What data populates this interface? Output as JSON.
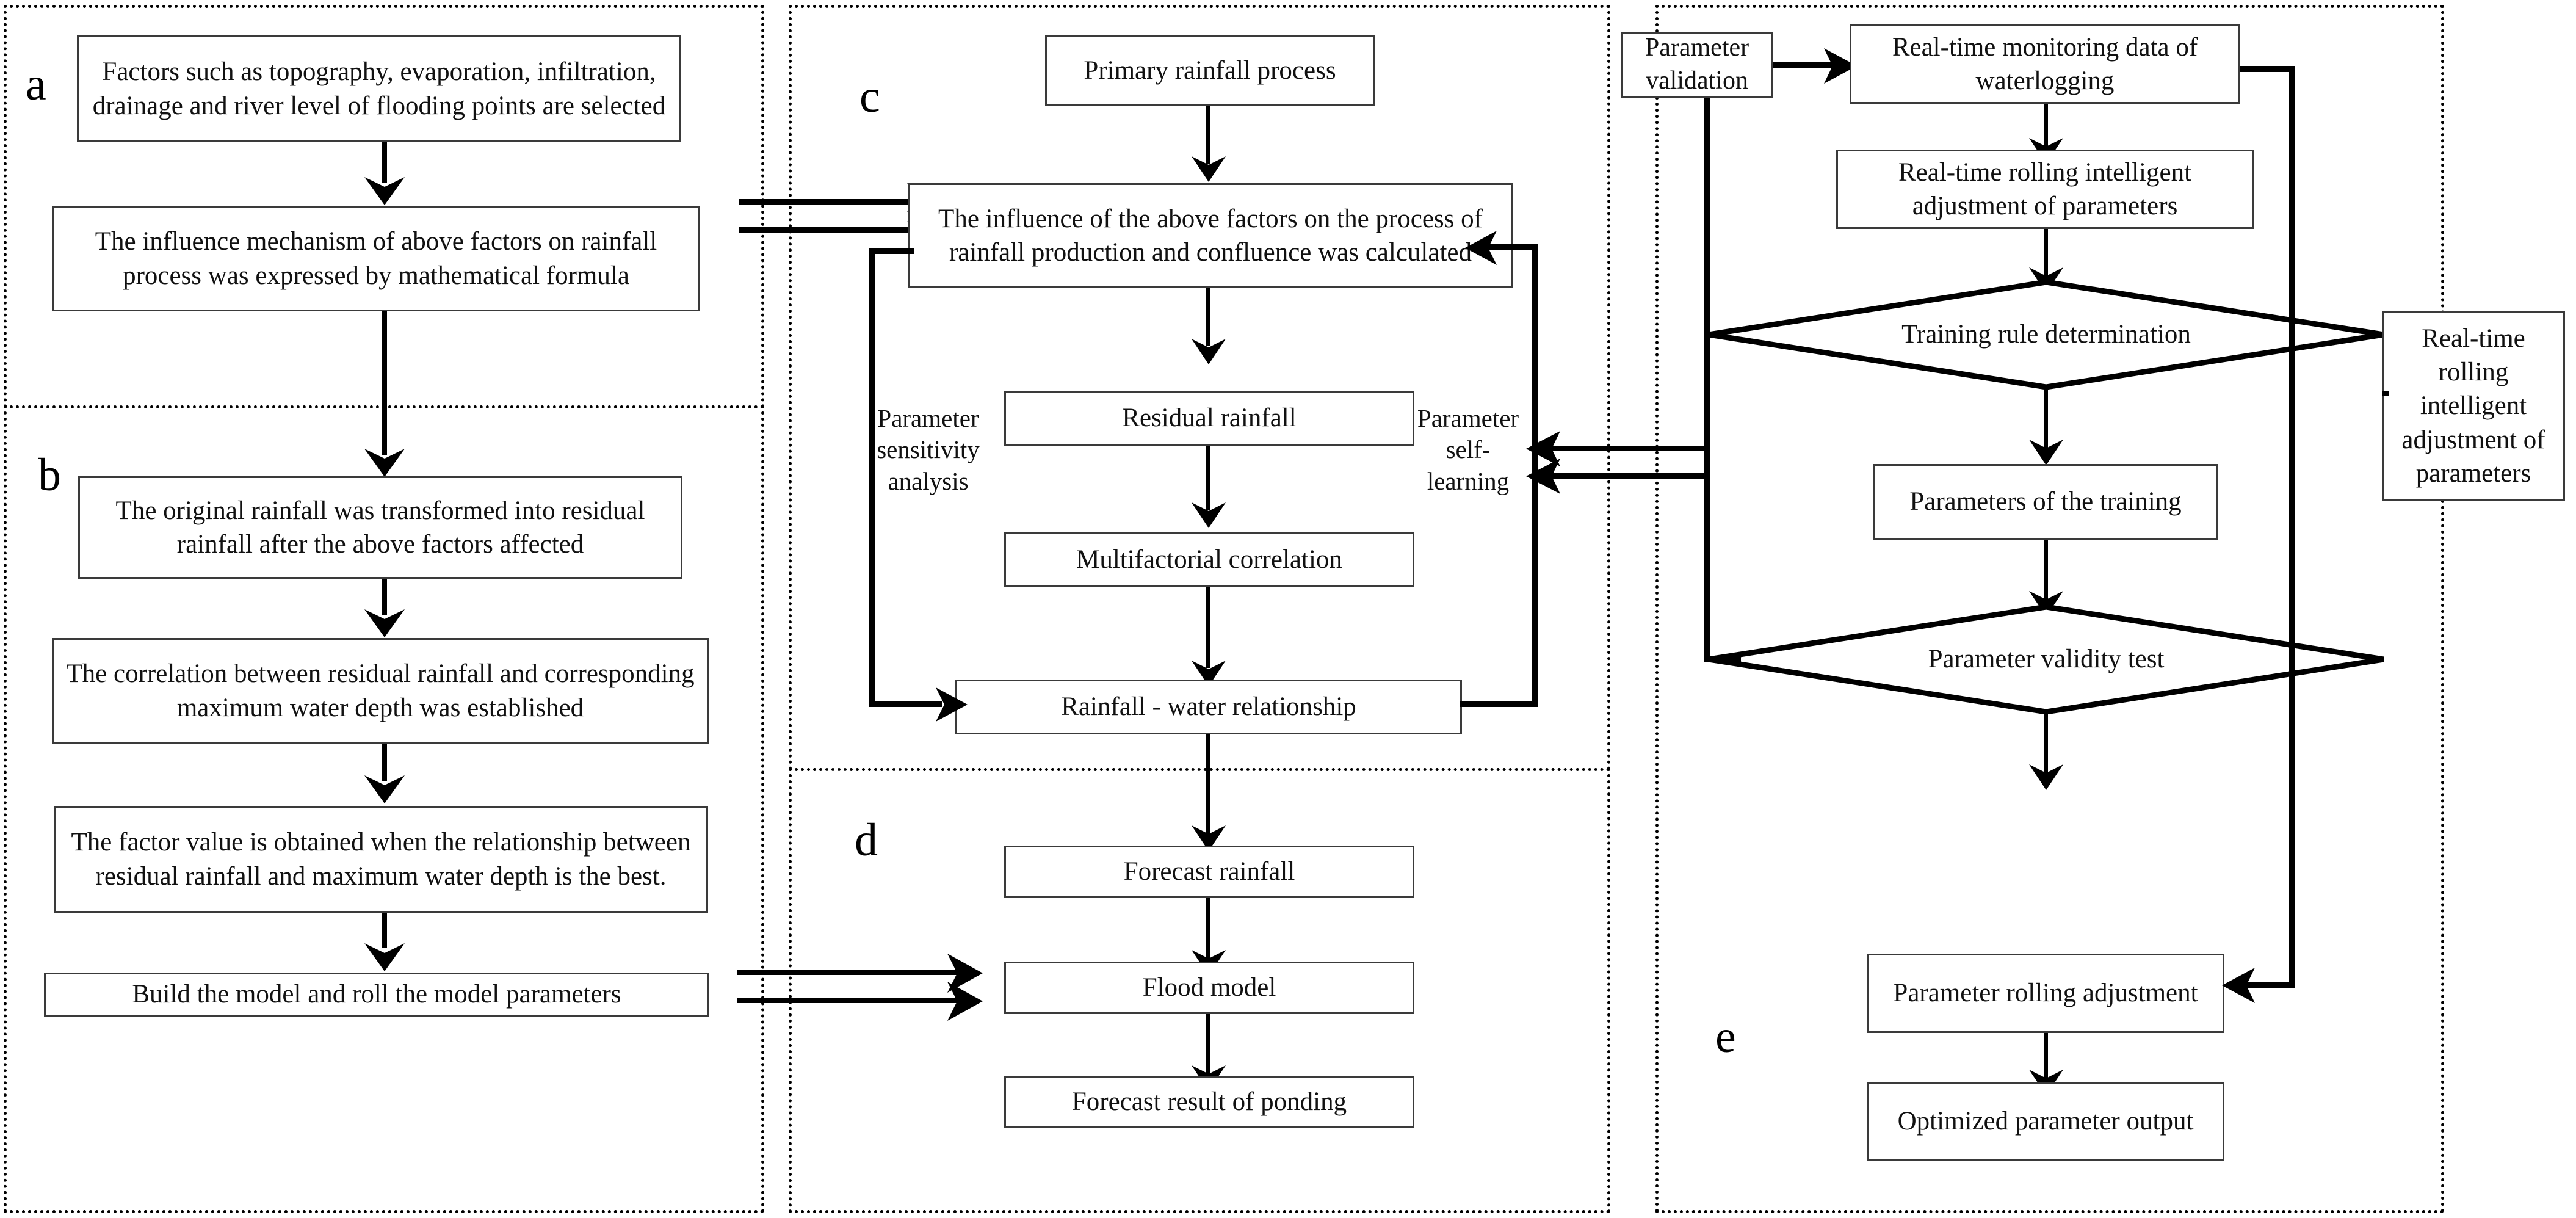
{
  "figure": {
    "type": "flowchart",
    "panels": [
      {
        "id": "a",
        "label": "a"
      },
      {
        "id": "b",
        "label": "b"
      },
      {
        "id": "c",
        "label": "c"
      },
      {
        "id": "d",
        "label": "d"
      },
      {
        "id": "e",
        "label": "e"
      }
    ]
  },
  "panel_a": {
    "label": "a",
    "boxes": [
      {
        "id": "a1",
        "text": "Factors such as topography, evaporation, infiltration, drainage and river level of flooding points are selected"
      },
      {
        "id": "a2",
        "text": "The influence mechanism of above factors on rainfall process was expressed by mathematical formula"
      }
    ]
  },
  "panel_b": {
    "label": "b",
    "boxes": [
      {
        "id": "b1",
        "text": "The original rainfall was transformed into residual rainfall after the above factors affected"
      },
      {
        "id": "b2",
        "text": "The correlation between residual rainfall and corresponding maximum water depth was established"
      },
      {
        "id": "b3",
        "text": "The factor value is obtained when the relationship between residual rainfall and maximum water depth is the best."
      },
      {
        "id": "b4",
        "text": "Build the model and roll the model parameters"
      }
    ]
  },
  "panel_c": {
    "label": "c",
    "boxes": [
      {
        "id": "c1",
        "text": "Primary rainfall process"
      },
      {
        "id": "c2",
        "text": "The influence of the above factors on the process of rainfall production and confluence was calculated"
      },
      {
        "id": "c3",
        "text": "Residual rainfall"
      },
      {
        "id": "c4",
        "text": "Multifactorial correlation"
      },
      {
        "id": "c5",
        "text": "Rainfall - water relationship"
      }
    ],
    "edge_labels": [
      {
        "id": "c-left-label",
        "text": "Parameter sensitivity analysis"
      },
      {
        "id": "c-right-label",
        "text": "Parameter self-learning"
      }
    ]
  },
  "panel_d": {
    "label": "d",
    "boxes": [
      {
        "id": "d1",
        "text": "Forecast rainfall"
      },
      {
        "id": "d2",
        "text": "Flood model"
      },
      {
        "id": "d3",
        "text": "Forecast result of ponding"
      }
    ]
  },
  "panel_e": {
    "label": "e",
    "boxes": [
      {
        "id": "e0",
        "text": "Parameter validation"
      },
      {
        "id": "e1",
        "text": "Real-time monitoring data of waterlogging"
      },
      {
        "id": "e2",
        "text": "Real-time rolling intelligent adjustment of parameters"
      },
      {
        "id": "e4",
        "text": "Parameters of the training"
      },
      {
        "id": "e6",
        "text": "Parameter rolling adjustment"
      },
      {
        "id": "e7",
        "text": "Optimized parameter output"
      },
      {
        "id": "e-side",
        "text": "Real-time rolling intelligent adjustment of parameters"
      }
    ],
    "decisions": [
      {
        "id": "e3",
        "text": "Training rule determination"
      },
      {
        "id": "e5",
        "text": "Parameter validity test"
      }
    ]
  },
  "colors": {
    "stroke": "#000000",
    "box_border": "#3a3a3a",
    "background": "#ffffff",
    "text": "#111111"
  }
}
